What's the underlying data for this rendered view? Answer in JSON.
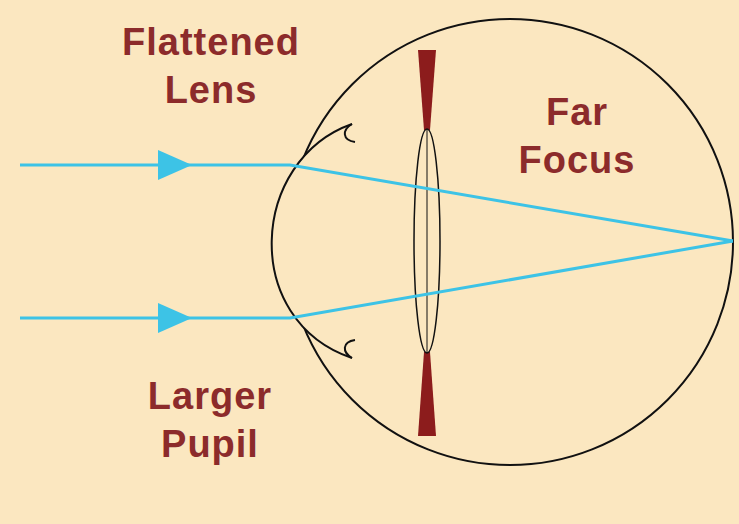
{
  "diagram": {
    "labels": [
      "Flattened Lens",
      "Far Focus",
      "Larger Pupil"
    ]
  }
}
